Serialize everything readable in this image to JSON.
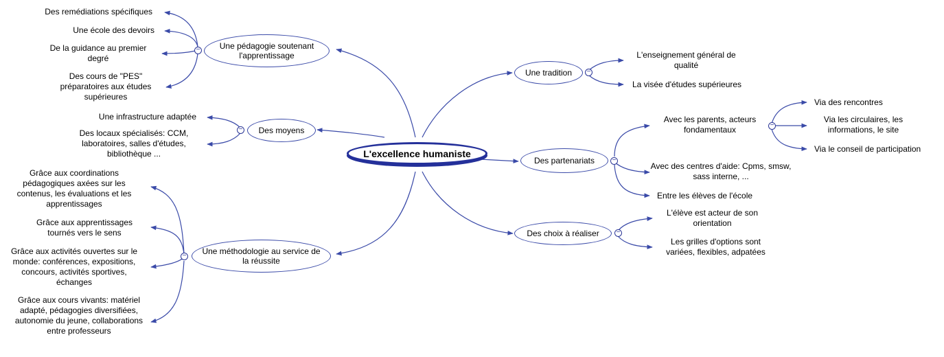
{
  "root": {
    "label": "L'excellence humaniste"
  },
  "colors": {
    "line": "#3a4aa8",
    "root_border": "#24309a",
    "toggle": "#2a3596"
  },
  "collapse_glyph": "−",
  "branches": {
    "pedagogie": {
      "label": "Une pédagogie soutenant l'apprentissage",
      "children": [
        "Des remédiations spécifiques",
        "Une école des devoirs",
        "De la guidance au premier degré",
        "Des cours de \"PES\" préparatoires aux études supérieures"
      ]
    },
    "moyens": {
      "label": "Des moyens",
      "children": [
        "Une infrastructure adaptée",
        "Des locaux spécialisés: CCM, laboratoires, salles d'études, bibliothèque ..."
      ]
    },
    "methodologie": {
      "label": "Une méthodologie au service de la réussite",
      "children": [
        "Grâce aux coordinations pédagogiques axées sur les contenus, les évaluations et les apprentissages",
        "Grâce aux apprentissages tournés vers le sens",
        "Grâce aux activités ouvertes sur le monde: conférences, expositions, concours, activités sportives, échanges",
        "Grâce aux cours vivants: matériel adapté, pédagogies diversifiées, autonomie du jeune, collaborations entre professeurs"
      ]
    },
    "tradition": {
      "label": "Une tradition",
      "children": [
        "L'enseignement général de qualité",
        "La visée d'études supérieures"
      ]
    },
    "partenariats": {
      "label": "Des partenariats",
      "children": [
        "Avec les parents, acteurs fondamentaux",
        "Avec des centres d'aide: Cpms, smsw, sass interne, ...",
        "Entre les élèves de l'école"
      ],
      "parents_children": [
        "Via des rencontres",
        "Via les circulaires, les informations, le site",
        "Via le conseil de participation"
      ]
    },
    "choix": {
      "label": "Des choix à réaliser",
      "children": [
        "L'élève est acteur de son orientation",
        "Les grilles d'options sont variées, flexibles, adpatées"
      ]
    }
  }
}
